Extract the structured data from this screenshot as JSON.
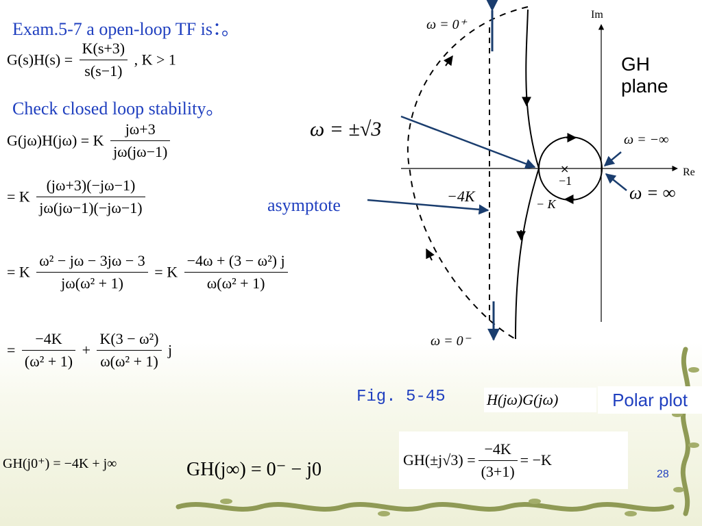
{
  "header": {
    "exam_title": "Exam.5-7 a open-loop TF is：。",
    "check_text": "Check closed loop stability。"
  },
  "equations": {
    "tf": {
      "lhs": "G(s)H(s) =",
      "num": "K(s+3)",
      "den": "s(s−1)",
      "cond": ", K > 1"
    },
    "freq": {
      "lhs": "G(jω)H(jω) = K",
      "num": "jω+3",
      "den": "jω(jω−1)"
    },
    "step2": {
      "lhs": "= K",
      "num": "(jω+3)(−jω−1)",
      "den": "jω(jω−1)(−jω−1)"
    },
    "step3": {
      "lhs": "= K",
      "num": "ω² − jω − 3jω − 3",
      "den": "jω(ω² + 1)",
      "mid": "= K",
      "num2": "−4ω + (3 − ω²) j",
      "den2": "ω(ω² + 1)"
    },
    "step4": {
      "lhs": "=",
      "num": "−4K",
      "den": "(ω² + 1)",
      "plus": "+",
      "num2": "K(3 − ω²)",
      "den2": "ω(ω² + 1)",
      "tail": "j"
    },
    "gh_j0": "GH(j0⁺) = −4K + j∞",
    "gh_jinf": "GH(j∞) = 0⁻ − j0",
    "gh_sqrt3": {
      "lhs": "GH(±j√3) =",
      "num": "−4K",
      "den": "(3+1)",
      "rhs": "= −K"
    }
  },
  "plot": {
    "axis_im": "Im",
    "axis_re": "Re",
    "plane_label_line1": "GH",
    "plane_label_line2": "plane",
    "omega_0plus": "ω = 0⁺",
    "omega_0minus": "ω = 0⁻",
    "omega_sqrt3": "ω = ±√3",
    "omega_neg_inf": "ω = −∞",
    "omega_inf": "ω = ∞",
    "asymptote": "asymptote",
    "minus4k": "−4K",
    "minusK": "− K",
    "minus1": "−1",
    "cross": "×"
  },
  "caption": {
    "fig": "Fig. 5-45",
    "hg": "H(jω)G(jω)",
    "polar": "Polar plot"
  },
  "page_number": "28",
  "colors": {
    "blue_text": "#1f3fbf",
    "arrow_navy": "#1a3d6e",
    "decor_green": "#8f9a55"
  }
}
